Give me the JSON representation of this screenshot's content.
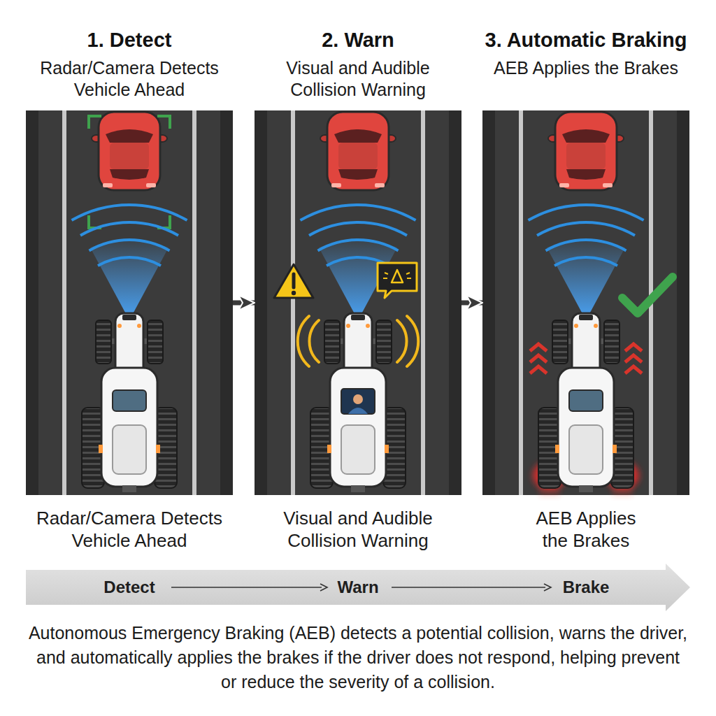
{
  "diagram": {
    "caption": "Autonomous Emergency Braking (AEB) detects a potential collision, warns the driver, and automatically applies the brakes if the driver does not respond, helping prevent or reduce the severity of a collision.",
    "nodes": [
      {
        "text": [
          "1. Detect",
          "Radar/Camera Detects Vehicle Ahead",
          "Radar/Camera Detects Vehicle Ahead"
        ]
      },
      {
        "text": [
          "2. Warn",
          "Visual and Audible Collision Warning",
          "Visual and Audible Collision Warning"
        ]
      },
      {
        "text": [
          "3. Automatic Braking",
          "AEB Applies the Brakes",
          "AEB Applies the Brakes"
        ]
      }
    ],
    "edges": [
      {
        "from": 0,
        "to": 1,
        "arrow": "to"
      },
      {
        "from": 1,
        "to": 2,
        "arrow": "to"
      }
    ],
    "labels": [
      "Detect",
      "Warn",
      "Brake"
    ]
  }
}
